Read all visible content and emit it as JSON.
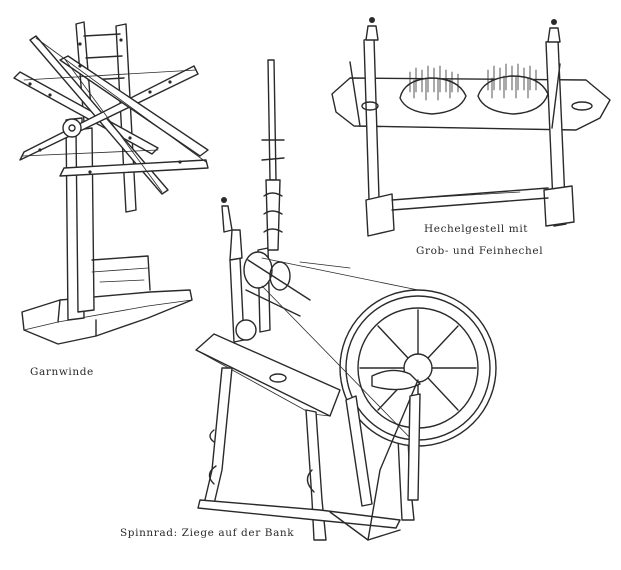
{
  "illustration": {
    "background_color": "#ffffff",
    "ink_color": "#2a2a2a",
    "figures": [
      {
        "id": "garnwinde",
        "caption": "Garnwinde"
      },
      {
        "id": "hechelgestell",
        "caption_lines": [
          "Hechelgestell mit",
          "Grob- und Feinhechel"
        ]
      },
      {
        "id": "spinnrad",
        "caption": "Spinnrad: Ziege auf der Bank"
      }
    ]
  }
}
